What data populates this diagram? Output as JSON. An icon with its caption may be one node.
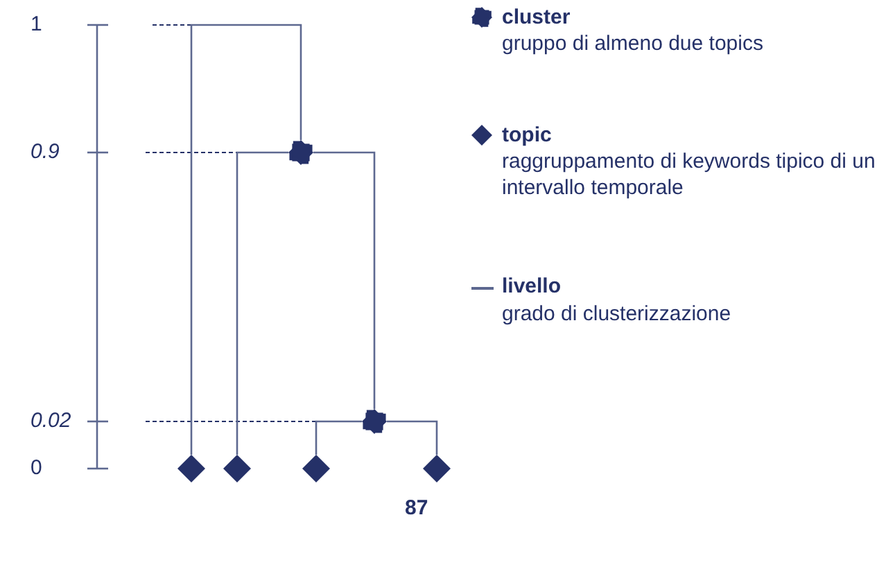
{
  "diagram": {
    "nodes": [
      {
        "text": [],
        "shape": "star"
      },
      {
        "text": [],
        "shape": "star"
      },
      {
        "text": [],
        "shape": "diamond"
      },
      {
        "text": [],
        "shape": "diamond"
      },
      {
        "text": [],
        "shape": "diamond"
      },
      {
        "text": [],
        "shape": "diamond"
      }
    ],
    "edges": [
      {
        "from": 2,
        "to": 0,
        "arrow": "none"
      },
      {
        "from": 0,
        "to": 3,
        "arrow": "none"
      },
      {
        "from": 0,
        "to": 1,
        "arrow": "none"
      },
      {
        "from": 1,
        "to": 4,
        "arrow": "none"
      },
      {
        "from": 1,
        "to": 5,
        "arrow": "none"
      }
    ],
    "labels": [
      "1",
      "gruppo di almeno due topics",
      "0.9",
      "raggruppamento di keywords tipico di un intervallo temporale",
      "grado di clusterizzazione",
      "0.02",
      "0",
      "87"
    ],
    "legend": [
      {
        "text": "cluster"
      },
      {
        "text": "topic"
      },
      {
        "text": "livello"
      }
    ]
  }
}
